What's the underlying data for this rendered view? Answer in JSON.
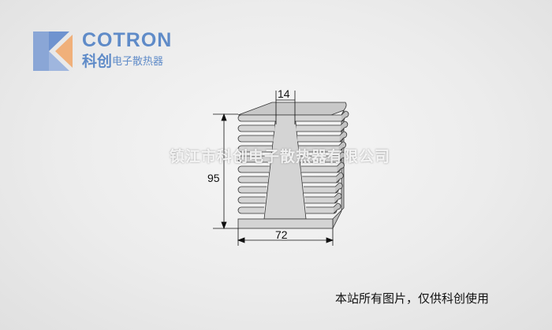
{
  "logo": {
    "brand": "COTRON",
    "brand_cn_main": "科创",
    "brand_cn_sub": "电子散热器"
  },
  "drawing": {
    "dimensions": {
      "stem_width": "14",
      "height": "95",
      "width": "72"
    },
    "fin_count": 10
  },
  "watermark": "镇江市科创电子散热器有限公司",
  "notice": "本站所有图片，仅供科创使用",
  "colors": {
    "brand": "#5f8bc8",
    "logo_orange": "#f0b07a",
    "metal": "#d4d4d4"
  }
}
